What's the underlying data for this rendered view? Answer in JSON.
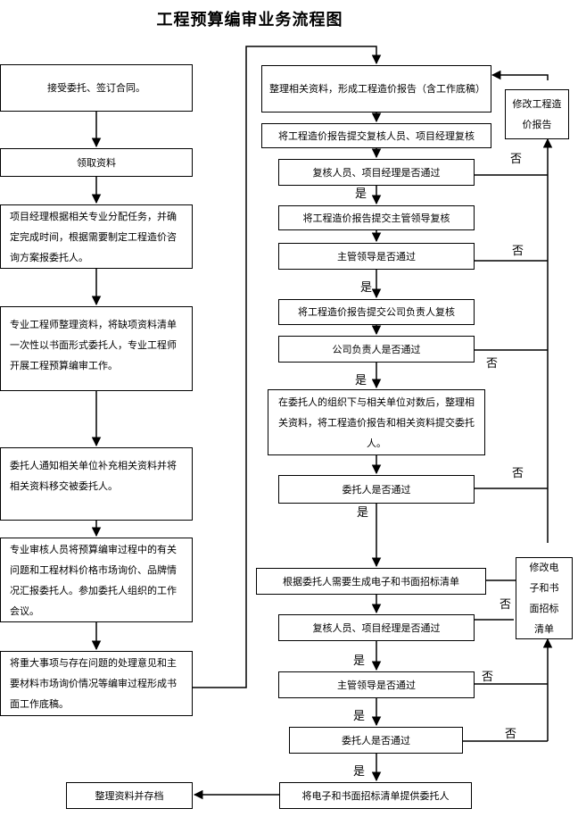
{
  "title": "工程预算编审业务流程图",
  "left_steps": [
    "接受委托、签订合同。",
    "领取资料",
    "项目经理根据相关专业分配任务，并确定完成时间，根据需要制定工程造价咨询方案报委托人。",
    "专业工程师整理资料，将缺项资料清单一次性以书面形式委托人，专业工程师开展工程预算编审工作。",
    "委托人通知相关单位补充相关资料并将相关资料移交被委托人。",
    "专业审核人员将预算编审过程中的有关问题和工程材料价格市场询价、品牌情况汇报委托人。参加委托人组织的工作会议。",
    "将重大事项与存在问题的处理意见和主要材料市场询价情况等编审过程形成书面工作底稿。"
  ],
  "right_steps": [
    "整理相关资料，形成工程造价报告（含工作底稿）",
    "将工程造价报告提交复核人员、项目经理复核",
    "复核人员、项目经理是否通过",
    "将工程造价报告提交主管领导复核",
    "主管领导是否通过",
    "将工程造价报告提交公司负责人复核",
    "公司负责人是否通过",
    "在委托人的组织下与相关单位对数后，整理相关资料，将工程造价报告和相关资料提交委托人。",
    "委托人是否通过",
    "根据委托人需要生成电子和书面招标清单",
    "复核人员、项目经理是否通过",
    "主管领导是否通过",
    "委托人是否通过",
    "将电子和书面招标清单提供委托人"
  ],
  "side_boxes": {
    "revise_report": "修改工程造价报告",
    "revise_list": "修改电子和书面招标清单"
  },
  "archive": "整理资料并存档",
  "labels": {
    "yes": "是",
    "no": "否"
  }
}
